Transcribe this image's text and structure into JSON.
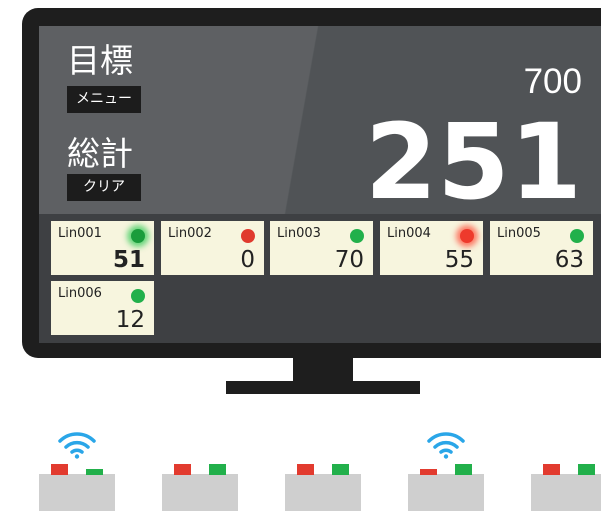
{
  "labels": {
    "target": "目標",
    "total": "総計"
  },
  "buttons": {
    "menu": "メニュー",
    "clear": "クリア"
  },
  "values": {
    "target": "700",
    "total": "251"
  },
  "colors": {
    "status_ok": "#22b04b",
    "status_ng": "#e03a2e",
    "tile_bg": "#f7f5de",
    "screen_bg": "#505356"
  },
  "lines": [
    {
      "name": "Lin001",
      "value": "51",
      "status": "green-active"
    },
    {
      "name": "Lin002",
      "value": "0",
      "status": "red"
    },
    {
      "name": "Lin003",
      "value": "70",
      "status": "green"
    },
    {
      "name": "Lin004",
      "value": "55",
      "status": "red-active"
    },
    {
      "name": "Lin005",
      "value": "63",
      "status": "green"
    },
    {
      "name": "Lin006",
      "value": "12",
      "status": "green"
    }
  ],
  "devices": [
    {
      "wifi": true,
      "led_left": "red",
      "led_right": "green"
    },
    {
      "wifi": false,
      "led_left": "red",
      "led_right": "green"
    },
    {
      "wifi": false,
      "led_left": "red",
      "led_right": "green"
    },
    {
      "wifi": true,
      "led_left": "red",
      "led_right": "green"
    },
    {
      "wifi": false,
      "led_left": "red",
      "led_right": "green"
    }
  ]
}
